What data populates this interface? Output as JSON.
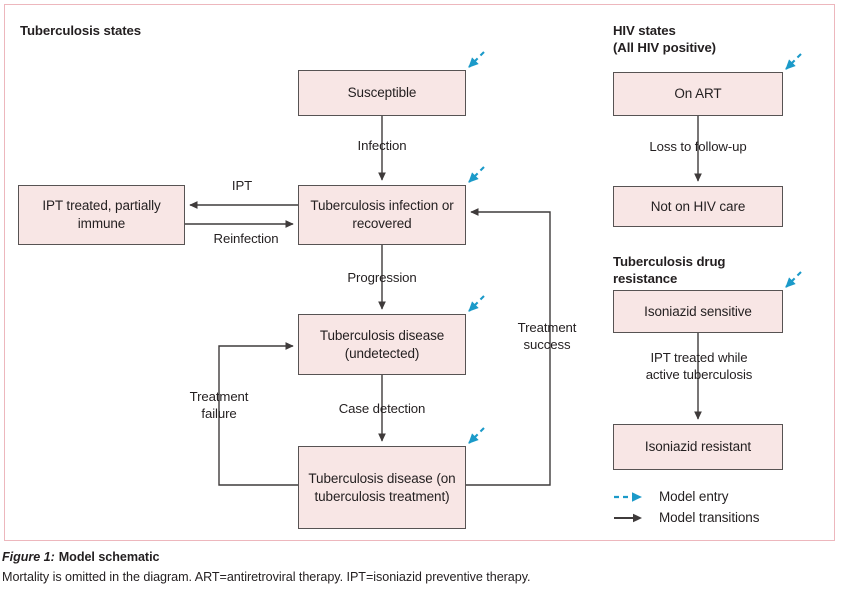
{
  "figure": {
    "label": "Figure 1:",
    "title": "Model schematic",
    "note": "Mortality is omitted in the diagram. ART=antiretroviral therapy. IPT=isoniazid preventive therapy."
  },
  "colors": {
    "node_fill": "#f8e6e5",
    "node_border": "#575353",
    "frame_border": "#edb7bd",
    "entry_arrow": "#1b9ac9",
    "transition_arrow": "#3f3b3b",
    "text": "#231f20"
  },
  "sections": [
    {
      "id": "tb-states",
      "heading": "Tuberculosis states"
    },
    {
      "id": "hiv-states",
      "heading": "HIV states\n(All HIV positive)"
    },
    {
      "id": "tb-drug-resistance",
      "heading": "Tuberculosis drug\nresistance"
    }
  ],
  "nodes": [
    {
      "id": "susceptible",
      "label": "Susceptible",
      "section": "tb-states",
      "entry": true
    },
    {
      "id": "tb-infection-or-recovered",
      "label": "Tuberculosis infection\nor recovered",
      "section": "tb-states",
      "entry": true
    },
    {
      "id": "ipt-treated-partially-immune",
      "label": "IPT treated,\npartially immune",
      "section": "tb-states",
      "entry": false
    },
    {
      "id": "tb-disease-undetected",
      "label": "Tuberculosis disease\n(undetected)",
      "section": "tb-states",
      "entry": true
    },
    {
      "id": "tb-disease-on-treatment",
      "label": "Tuberculosis disease\n(on tuberculosis\ntreatment)",
      "section": "tb-states",
      "entry": true
    },
    {
      "id": "on-art",
      "label": "On ART",
      "section": "hiv-states",
      "entry": true
    },
    {
      "id": "not-on-hiv-care",
      "label": "Not on HIV care",
      "section": "hiv-states",
      "entry": false
    },
    {
      "id": "isoniazid-sensitive",
      "label": "Isoniazid sensitive",
      "section": "tb-drug-resistance",
      "entry": true
    },
    {
      "id": "isoniazid-resistant",
      "label": "Isoniazid resistant",
      "section": "tb-drug-resistance",
      "entry": false
    }
  ],
  "edges": [
    {
      "id": "infection",
      "label": "Infection",
      "from": "susceptible",
      "to": "tb-infection-or-recovered"
    },
    {
      "id": "ipt",
      "label": "IPT",
      "from": "tb-infection-or-recovered",
      "to": "ipt-treated-partially-immune"
    },
    {
      "id": "reinfection",
      "label": "Reinfection",
      "from": "ipt-treated-partially-immune",
      "to": "tb-infection-or-recovered"
    },
    {
      "id": "progression",
      "label": "Progression",
      "from": "tb-infection-or-recovered",
      "to": "tb-disease-undetected"
    },
    {
      "id": "case-detection",
      "label": "Case detection",
      "from": "tb-disease-undetected",
      "to": "tb-disease-on-treatment"
    },
    {
      "id": "treatment-failure",
      "label": "Treatment\nfailure",
      "from": "tb-disease-on-treatment",
      "to": "tb-disease-undetected"
    },
    {
      "id": "treatment-success",
      "label": "Treatment\nsuccess",
      "from": "tb-disease-on-treatment",
      "to": "tb-infection-or-recovered"
    },
    {
      "id": "loss-to-follow-up",
      "label": "Loss to follow-up",
      "from": "on-art",
      "to": "not-on-hiv-care"
    },
    {
      "id": "ipt-treated-while-active-tb",
      "label": "IPT treated while\nactive tuberculosis",
      "from": "isoniazid-sensitive",
      "to": "isoniazid-resistant"
    }
  ],
  "legend": {
    "items": [
      {
        "id": "model-entry",
        "label": "Model entry",
        "style": "dashed-teal-arrow"
      },
      {
        "id": "model-transitions",
        "label": "Model transitions",
        "style": "solid-dark-arrow"
      }
    ]
  }
}
